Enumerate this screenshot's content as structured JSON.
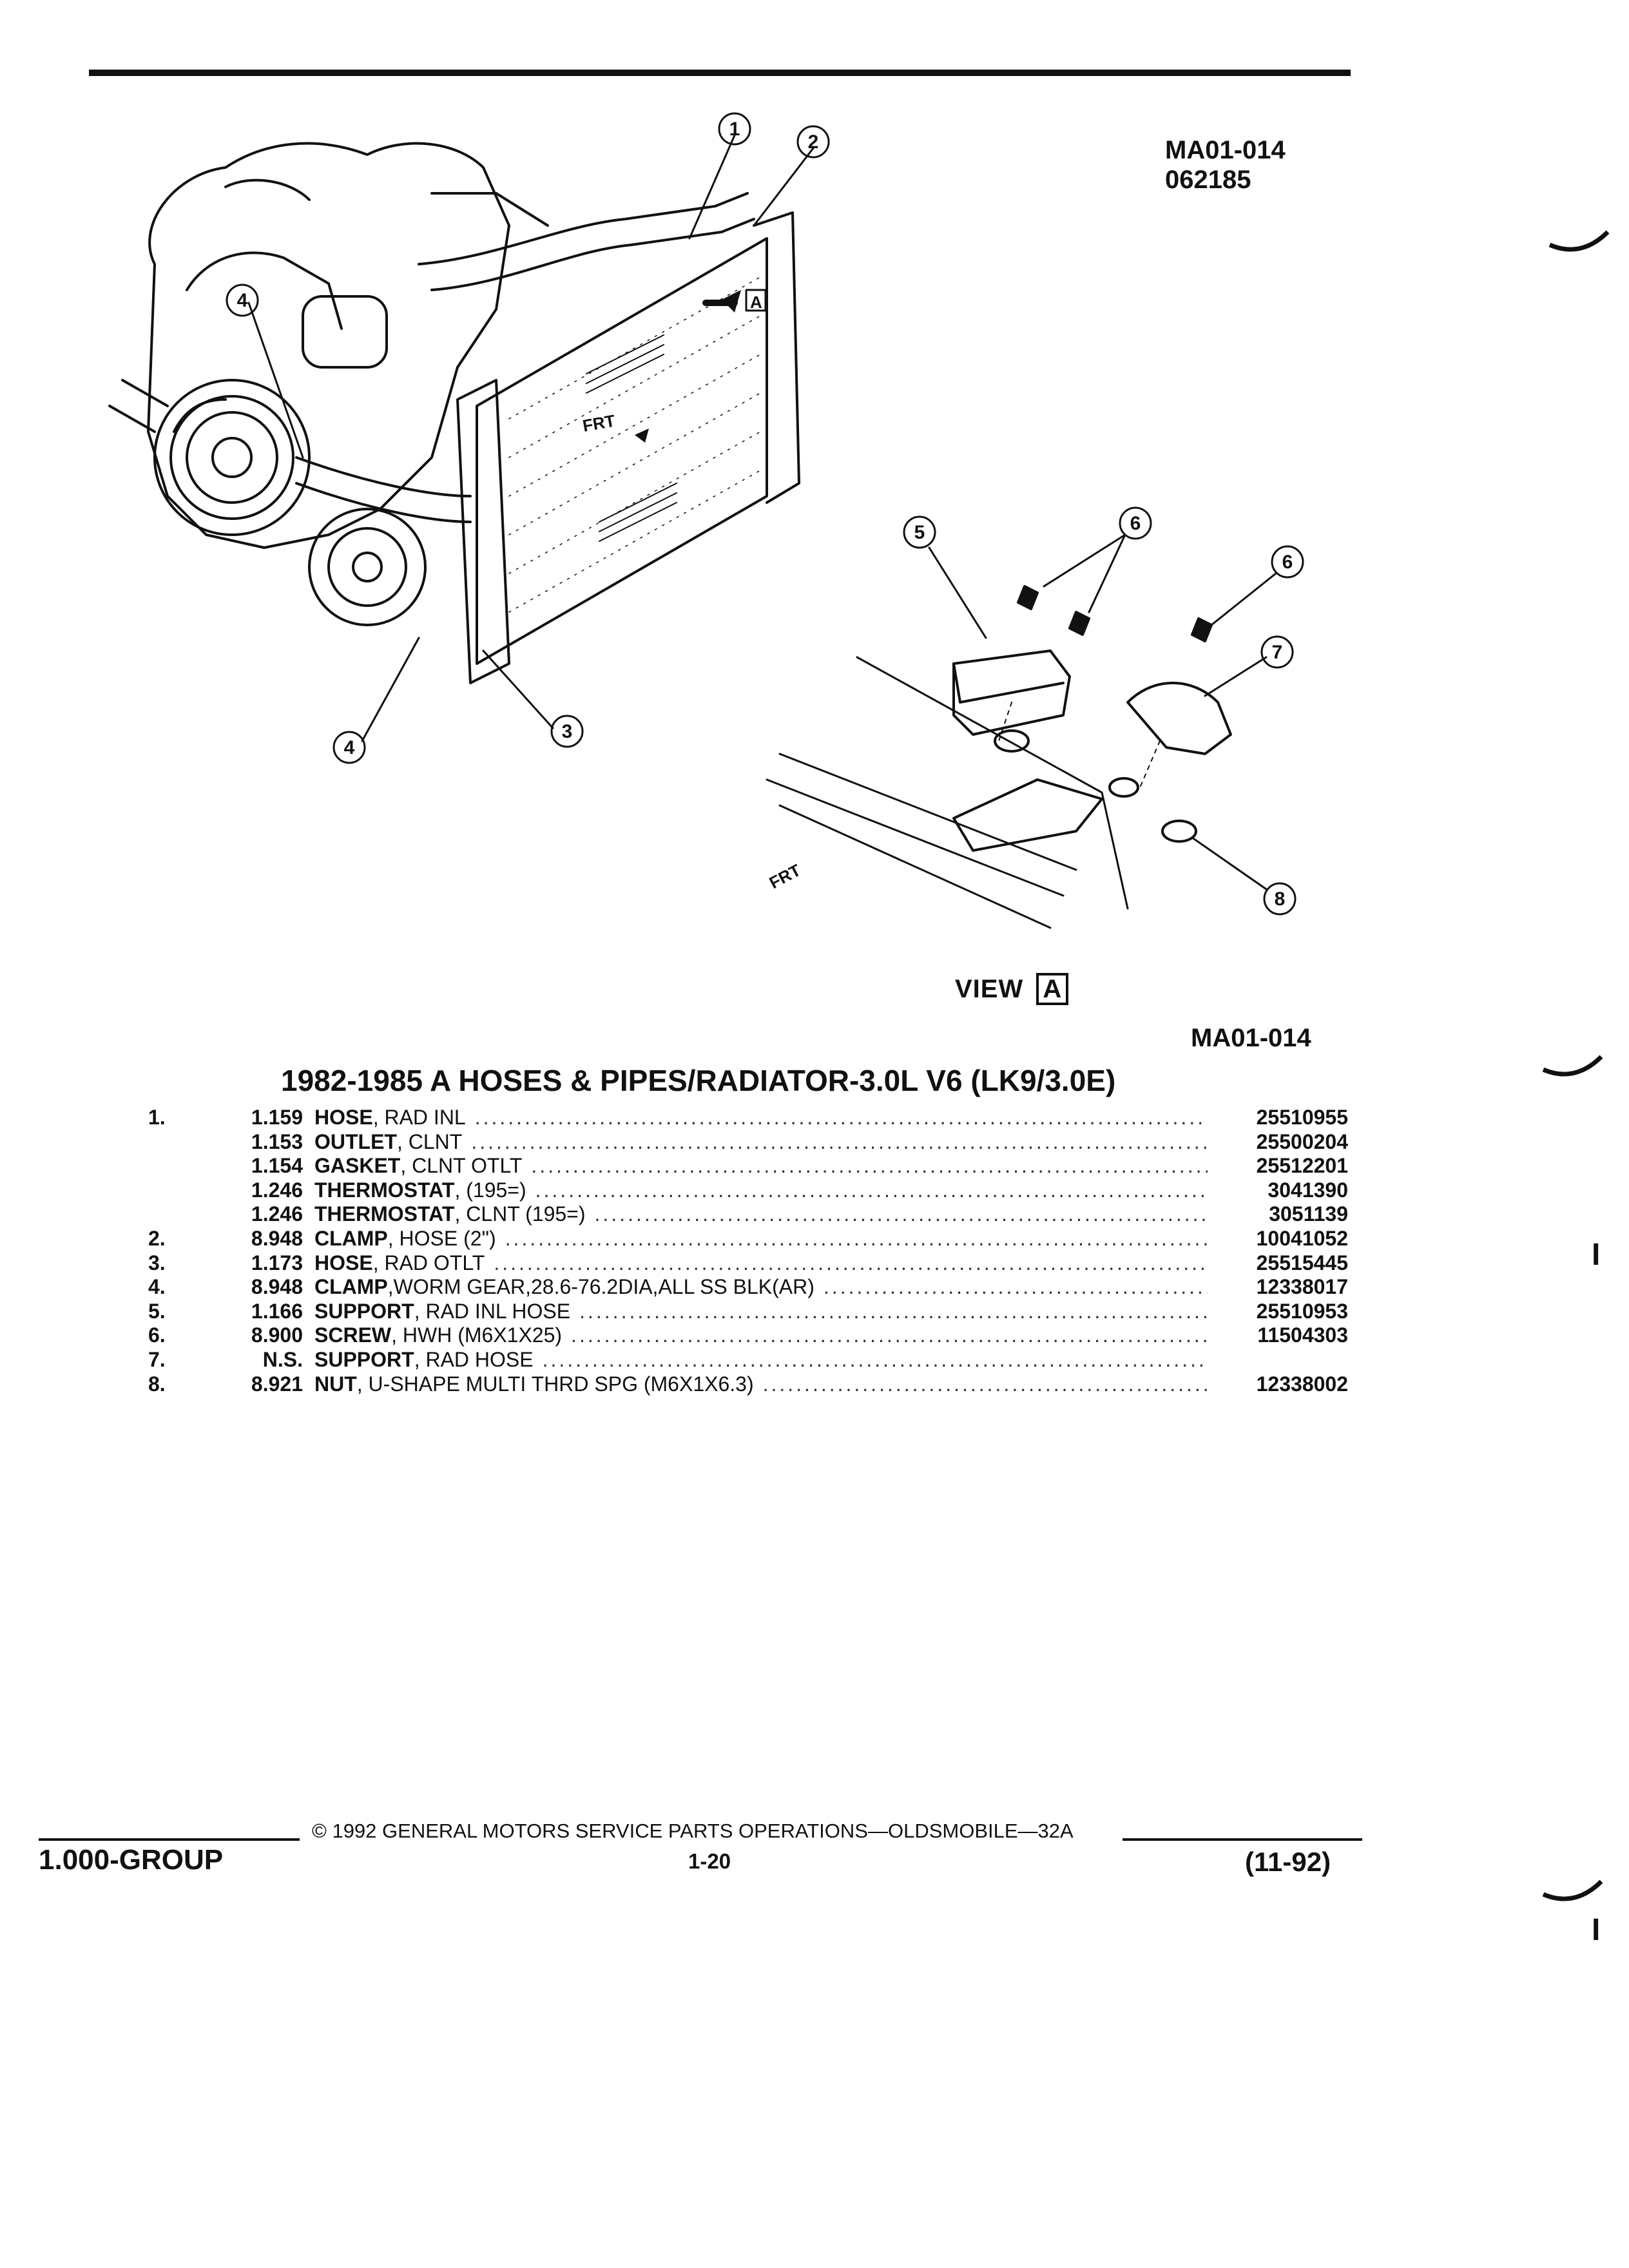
{
  "header": {
    "ref_top": "MA01-014",
    "ref_date": "062185",
    "ref_bottom": "MA01-014"
  },
  "illustration": {
    "callouts": [
      "1",
      "2",
      "3",
      "4",
      "4",
      "5",
      "6",
      "6",
      "7",
      "8"
    ],
    "frt_label": "FRT",
    "view_a_marker": "A",
    "view_label": "VIEW",
    "view_letter": "A"
  },
  "section_title": "1982-1985 A HOSES & PIPES/RADIATOR-3.0L V6 (LK9/3.0E)",
  "parts": [
    {
      "item": "1.",
      "code": "1.159",
      "name": "HOSE",
      "desc": ", RAD INL",
      "part": "25510955"
    },
    {
      "item": "",
      "code": "1.153",
      "name": "OUTLET",
      "desc": ", CLNT",
      "part": "25500204"
    },
    {
      "item": "",
      "code": "1.154",
      "name": "GASKET",
      "desc": ", CLNT OTLT",
      "part": "25512201"
    },
    {
      "item": "",
      "code": "1.246",
      "name": "THERMOSTAT",
      "desc": ", (195=)",
      "part": "3041390"
    },
    {
      "item": "",
      "code": "1.246",
      "name": "THERMOSTAT",
      "desc": ", CLNT (195=)",
      "part": "3051139"
    },
    {
      "item": "2.",
      "code": "8.948",
      "name": "CLAMP",
      "desc": ", HOSE (2\")",
      "part": "10041052"
    },
    {
      "item": "3.",
      "code": "1.173",
      "name": "HOSE",
      "desc": ", RAD OTLT",
      "part": "25515445"
    },
    {
      "item": "4.",
      "code": "8.948",
      "name": "CLAMP",
      "desc": " ,WORM GEAR,28.6-76.2DIA,ALL SS BLK(AR)",
      "part": "12338017"
    },
    {
      "item": "5.",
      "code": "1.166",
      "name": "SUPPORT",
      "desc": ", RAD INL HOSE",
      "part": "25510953"
    },
    {
      "item": "6.",
      "code": "8.900",
      "name": "SCREW",
      "desc": ", HWH (M6X1X25)",
      "part": "11504303"
    },
    {
      "item": "7.",
      "code": "N.S.",
      "name": "SUPPORT",
      "desc": ", RAD HOSE",
      "part": ""
    },
    {
      "item": "8.",
      "code": "8.921",
      "name": "NUT",
      "desc": ", U-SHAPE MULTI THRD SPG (M6X1X6.3)",
      "part": "12338002"
    }
  ],
  "footer": {
    "copyright": "© 1992 GENERAL MOTORS SERVICE PARTS OPERATIONS—OLDSMOBILE—32A",
    "group": "1.000-GROUP",
    "page": "1-20",
    "date": "(11-92)"
  },
  "margin_marks": [
    "I",
    "I"
  ]
}
